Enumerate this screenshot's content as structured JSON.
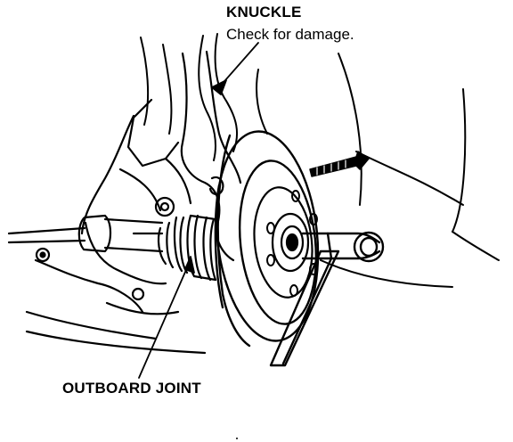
{
  "callouts": {
    "knuckle": {
      "title": "KNUCKLE",
      "note": "Check for damage."
    },
    "outboard_joint": {
      "title": "OUTBOARD JOINT"
    }
  },
  "colors": {
    "ink": "#000000",
    "paper": "#ffffff"
  }
}
